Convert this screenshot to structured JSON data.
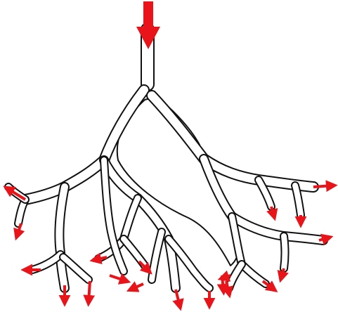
{
  "diagram": {
    "kind": "branching-channel-network",
    "inlet": {
      "icon": "arrow-down-icon",
      "direction": "down",
      "count": 1
    },
    "outlets": {
      "icon": "arrow-icon",
      "count": 20
    },
    "colors": {
      "arrow": "#e8141a",
      "channel_wall": "#111111",
      "channel_fill": "#ffffff",
      "background": "#ffffff"
    }
  }
}
